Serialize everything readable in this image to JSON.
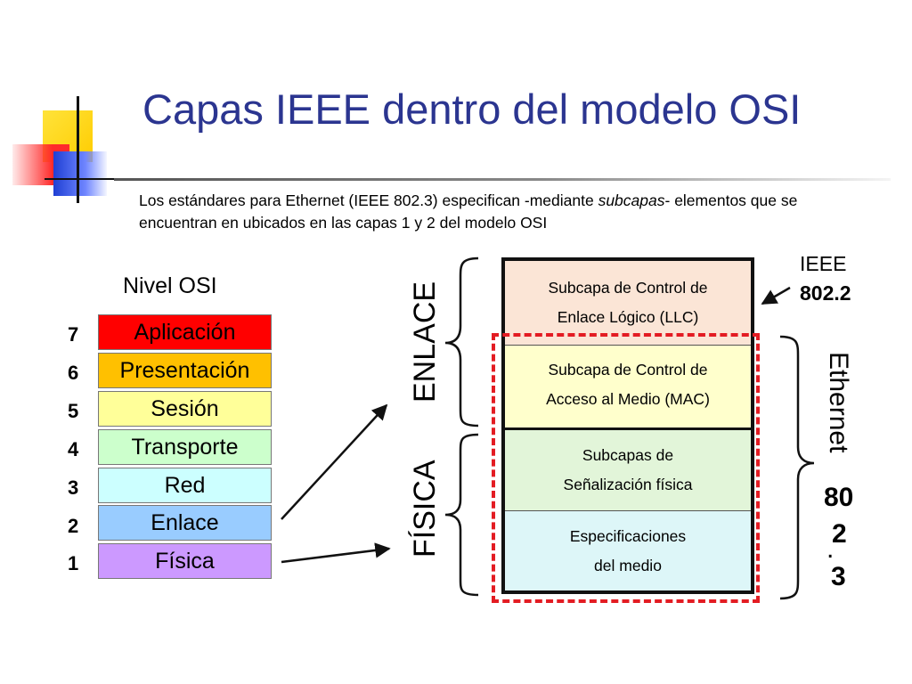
{
  "title": "Capas IEEE dentro del modelo OSI",
  "intro": {
    "part1": "Los estándares para Ethernet (IEEE 802.3) especifican -mediante ",
    "italic": "subcapas",
    "part2": "- elementos que se encuentran en ubicados en las capas 1 y 2 del modelo OSI"
  },
  "osi": {
    "heading": "Nivel OSI",
    "layers": [
      {
        "num": "7",
        "name": "Aplicación",
        "color": "#ff0000"
      },
      {
        "num": "6",
        "name": "Presentación",
        "color": "#ffc000"
      },
      {
        "num": "5",
        "name": "Sesión",
        "color": "#ffff99"
      },
      {
        "num": "4",
        "name": "Transporte",
        "color": "#ccffcc"
      },
      {
        "num": "3",
        "name": "Red",
        "color": "#ccffff"
      },
      {
        "num": "2",
        "name": "Enlace",
        "color": "#99ccff"
      },
      {
        "num": "1",
        "name": "Física",
        "color": "#cc99ff"
      }
    ]
  },
  "labels": {
    "enlace": "ENLACE",
    "fisica": "FÍSICA",
    "ieee": "IEEE",
    "ieee_num": "802.2",
    "ethernet": "Ethernet",
    "eth_80": "80",
    "eth_2": "2",
    "eth_dot": ".",
    "eth_3": "3"
  },
  "ieee_sections": [
    {
      "line1": "Subcapa de Control de",
      "line2": "Enlace Lógico (LLC)",
      "color": "#fbe5d6"
    },
    {
      "line1": "Subcapa de Control de",
      "line2": "Acceso al Medio (MAC)",
      "color": "#ffffcc"
    },
    {
      "line1": "Subcapas de",
      "line2": "Señalización física",
      "color": "#e2f5d9"
    },
    {
      "line1": "Especificaciones",
      "line2": "del medio",
      "color": "#ddf6f8"
    }
  ]
}
